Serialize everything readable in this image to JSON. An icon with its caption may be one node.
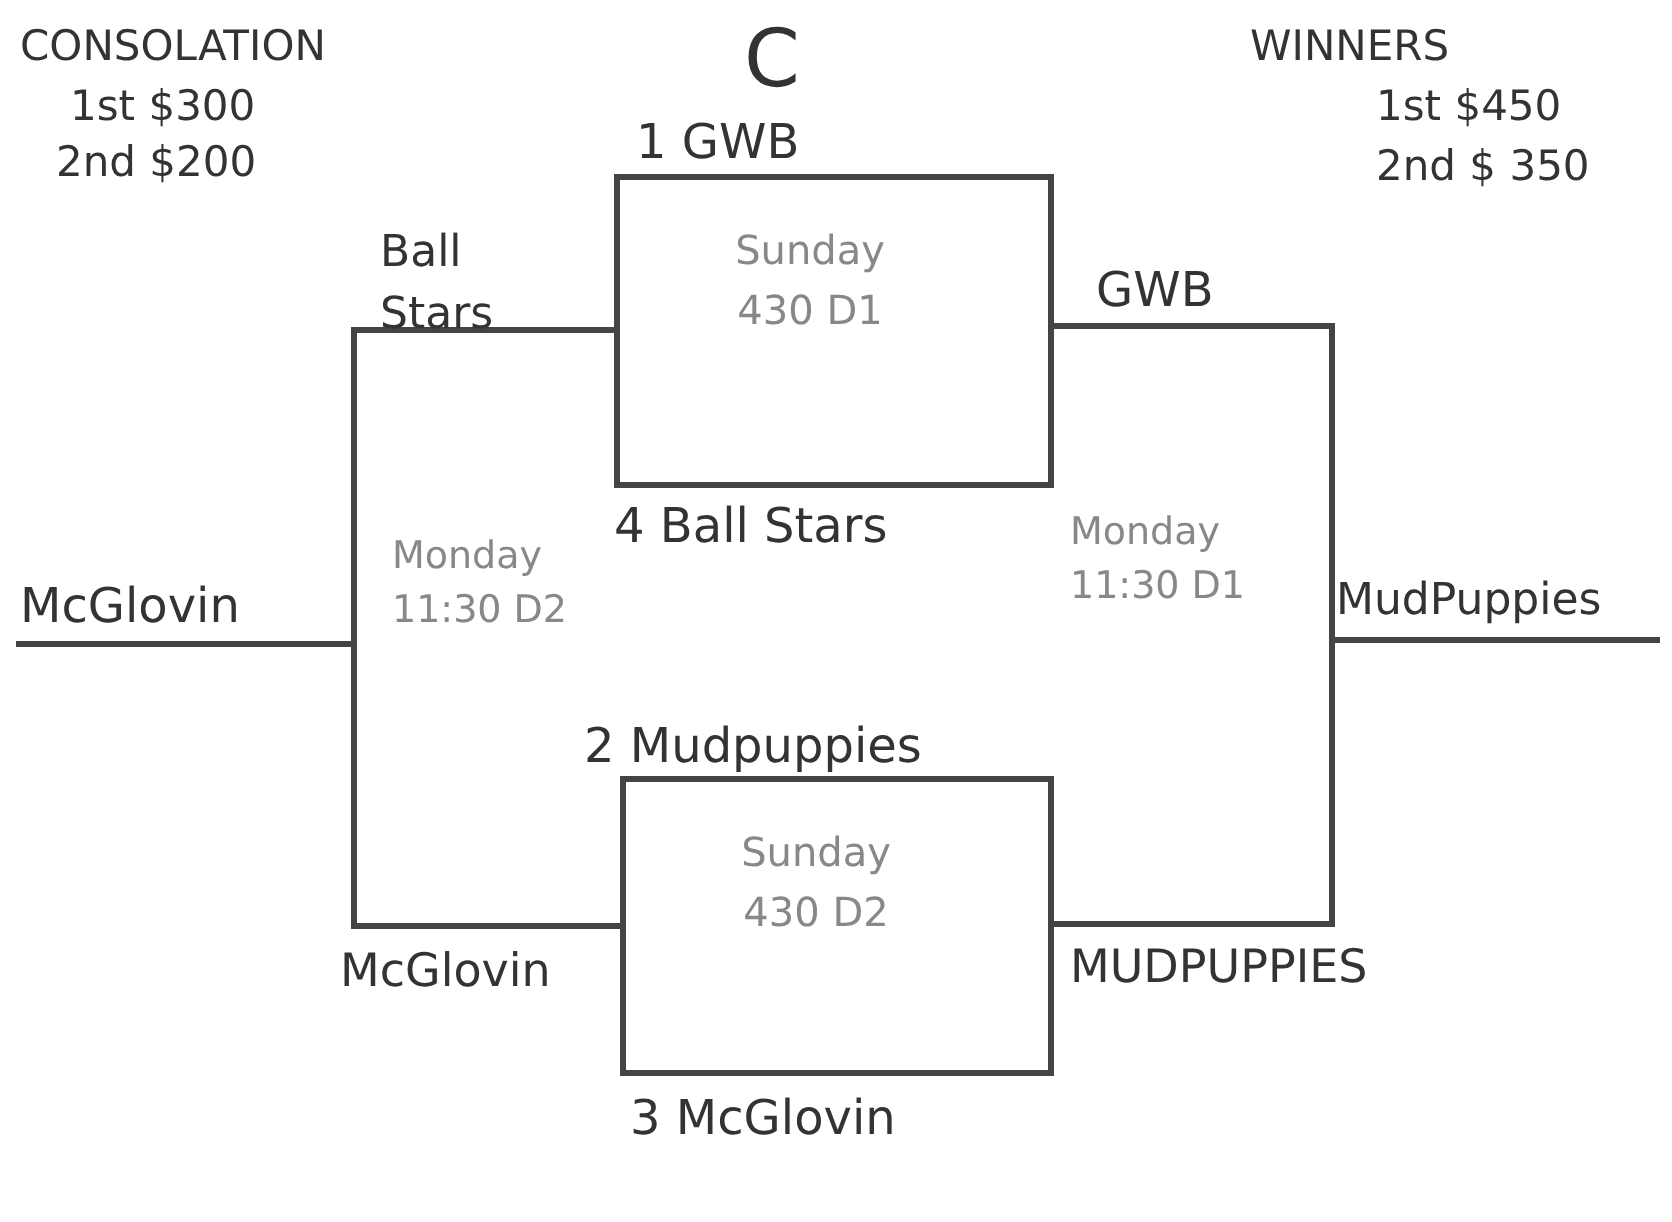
{
  "diagram": {
    "title": "C",
    "nodes": [
      {
        "text": [
          "Sunday 430 D1"
        ]
      },
      {
        "text": [
          "Sunday 430 D2"
        ]
      }
    ],
    "labels": [
      "CONSOLATION",
      "1st $300",
      "2nd $200",
      "WINNERS",
      "1st $450",
      "2nd $ 350",
      "1 GWB",
      "Ball Stars",
      "GWB",
      "4 Ball Stars",
      "Monday 11:30 D2",
      "Monday 11:30 D1",
      "McGlovin",
      "MudPuppies",
      "2 Mudpuppies",
      "McGlovin",
      "MUDPUPPIES",
      "3 McGlovin"
    ]
  }
}
